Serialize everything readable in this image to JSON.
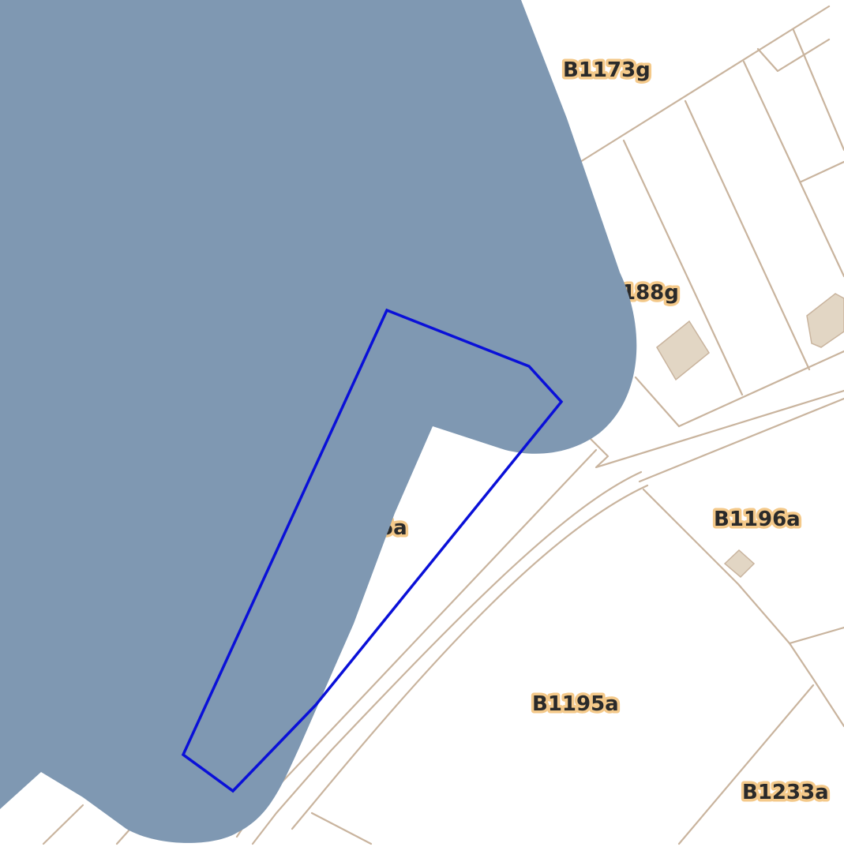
{
  "map": {
    "colors": {
      "background": "#ffffff",
      "parcel_line": "#c9b49e",
      "building_fill": "#e2d6c4",
      "buffer_fill": "#7f98b2",
      "selection_outline": "#0a10d8",
      "label_halo": "#f4c98a",
      "label_text": "#2a2a2a"
    },
    "labels": {
      "b1173g": "B1173g",
      "b1188g": "188g",
      "b1196a_partial": "6a",
      "b1196a": "B1196a",
      "b1195a": "B1195a",
      "b1233a": "B1233a"
    }
  }
}
